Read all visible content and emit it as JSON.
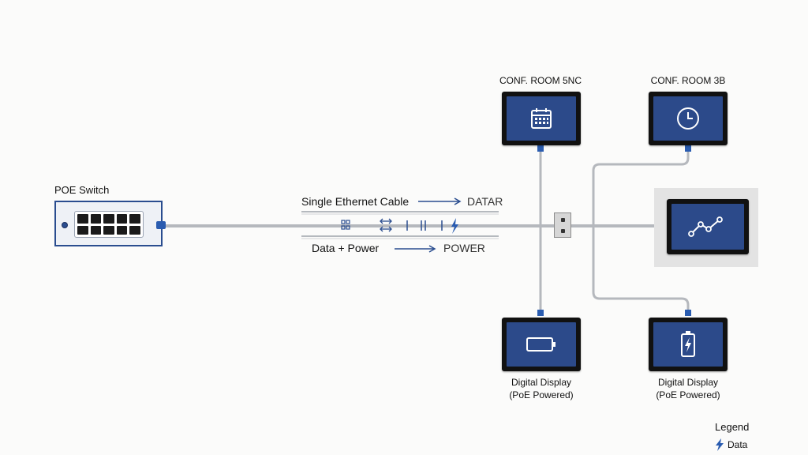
{
  "switch": {
    "label": "POE Switch"
  },
  "cable": {
    "title": "Single Ethernet Cable",
    "data_tag": "DATAR",
    "subtitle": "Data + Power",
    "power_tag": "POWER"
  },
  "devices": [
    {
      "label": "CONF. ROOM 5NC",
      "icon": "calendar-icon"
    },
    {
      "label": "CONF. ROOM 3B",
      "icon": "clock-icon"
    },
    {
      "label": "",
      "icon": "chart-icon"
    },
    {
      "caption_line1": "Digital Display",
      "caption_line2": "(PoE Powered)",
      "icon": "battery-icon"
    },
    {
      "caption_line1": "Digital Display",
      "caption_line2": "(PoE Powered)",
      "icon": "battery-charging-icon"
    }
  ],
  "legend": {
    "title": "Legend",
    "item_label": "Data"
  },
  "colors": {
    "screen": "#2c4a8a",
    "accent": "#2a5cb0",
    "cable": "#b5b8bd"
  }
}
